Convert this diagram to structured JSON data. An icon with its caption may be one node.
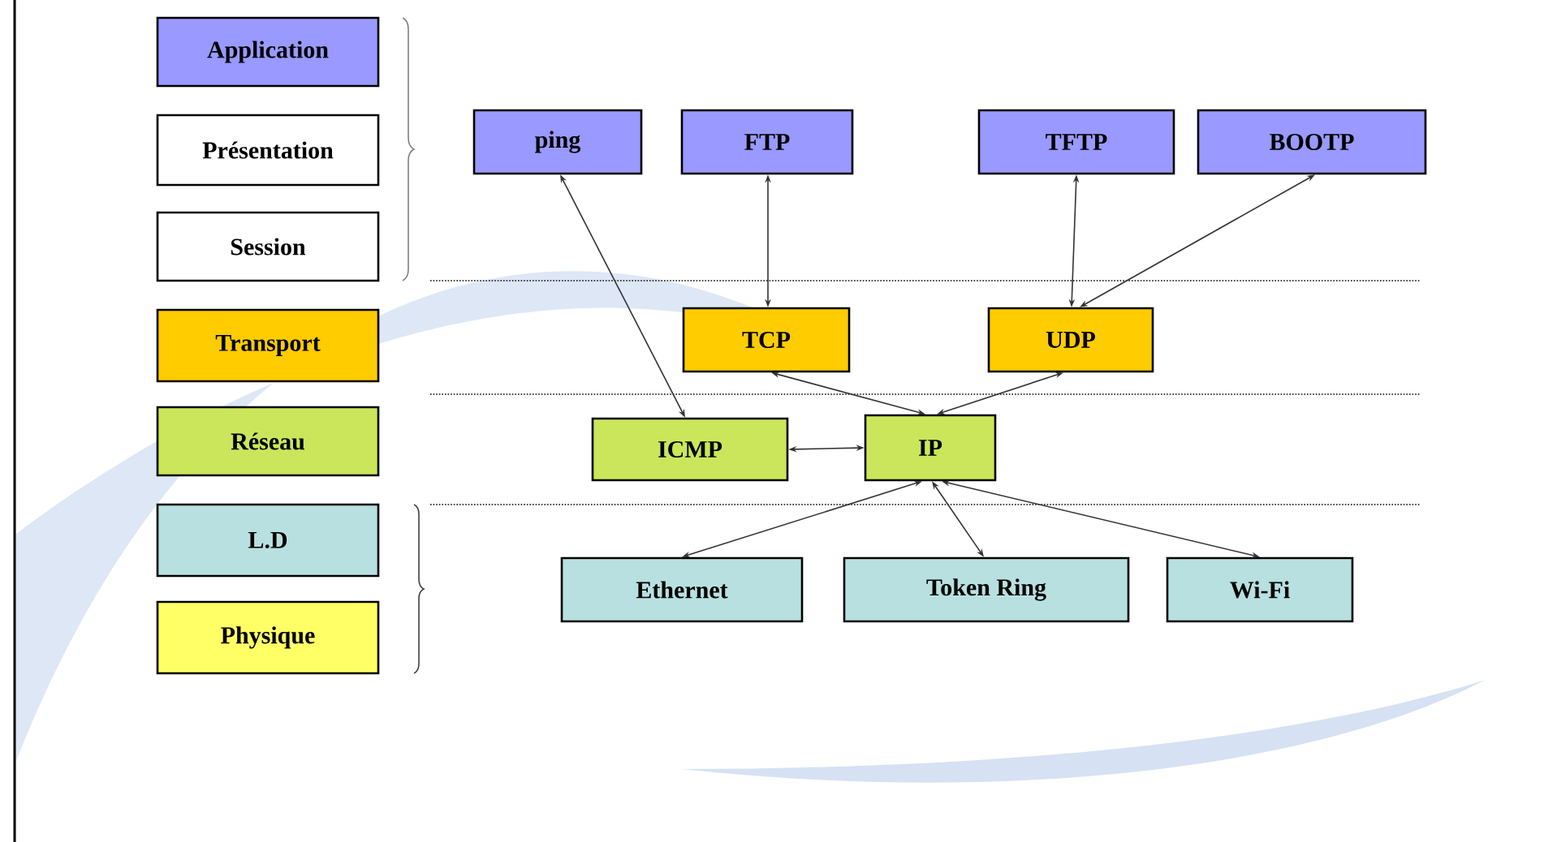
{
  "diagram": {
    "nodes": [
      {
        "text": [
          "Application"
        ]
      },
      {
        "text": [
          "Présentation"
        ]
      },
      {
        "text": [
          "Session"
        ]
      },
      {
        "text": [
          "Transport"
        ]
      },
      {
        "text": [
          "Réseau"
        ]
      },
      {
        "text": [
          "L.D"
        ]
      },
      {
        "text": [
          "Physique"
        ]
      },
      {
        "text": [
          "ping"
        ]
      },
      {
        "text": [
          "FTP"
        ]
      },
      {
        "text": [
          "TFTP"
        ]
      },
      {
        "text": [
          "BOOTP"
        ]
      },
      {
        "text": [
          "TCP"
        ]
      },
      {
        "text": [
          "UDP"
        ]
      },
      {
        "text": [
          "ICMP"
        ]
      },
      {
        "text": [
          "IP"
        ]
      },
      {
        "text": [
          "Ethernet"
        ]
      },
      {
        "text": [
          "Token Ring"
        ]
      },
      {
        "text": [
          "Wi-Fi"
        ]
      }
    ],
    "edges": [
      {
        "from": 7,
        "to": 13,
        "arrow": "both"
      },
      {
        "from": 8,
        "to": 11,
        "arrow": "both"
      },
      {
        "from": 9,
        "to": 12,
        "arrow": "both"
      },
      {
        "from": 10,
        "to": 12,
        "arrow": "both"
      },
      {
        "from": 11,
        "to": 14,
        "arrow": "both"
      },
      {
        "from": 12,
        "to": 14,
        "arrow": "both"
      },
      {
        "from": 13,
        "to": 14,
        "arrow": "both"
      },
      {
        "from": 14,
        "to": 15,
        "arrow": "both"
      },
      {
        "from": 14,
        "to": 16,
        "arrow": "both"
      },
      {
        "from": 14,
        "to": 17,
        "arrow": "both"
      }
    ]
  }
}
